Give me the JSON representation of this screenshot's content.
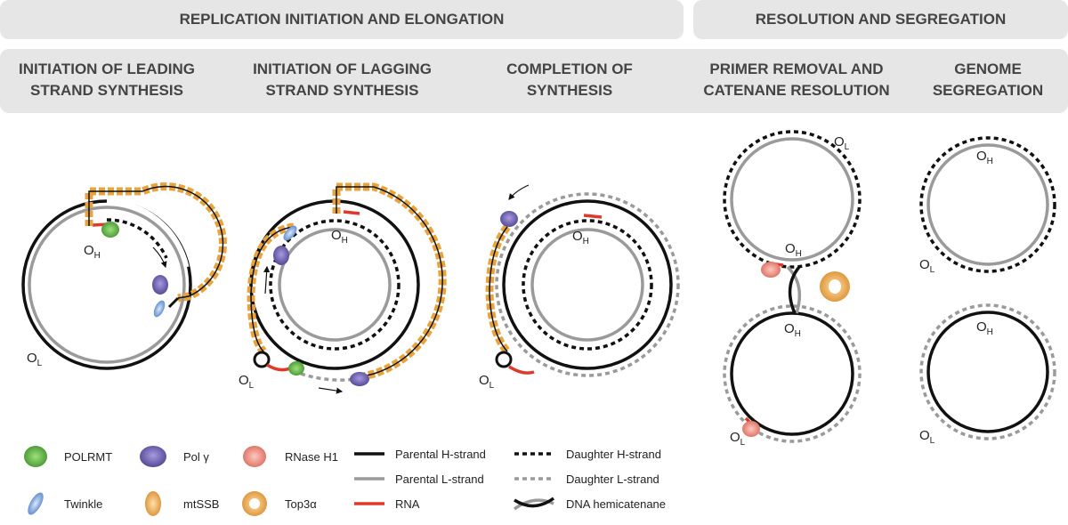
{
  "headers": {
    "phase_left": "REPLICATION INITIATION AND ELONGATION",
    "phase_right": "RESOLUTION AND SEGREGATION",
    "stages": [
      [
        "INITIATION OF LEADING",
        "STRAND SYNTHESIS"
      ],
      [
        "INITIATION OF LAGGING",
        "STRAND SYNTHESIS"
      ],
      [
        "COMPLETION OF",
        "SYNTHESIS"
      ],
      [
        "PRIMER REMOVAL AND",
        "CATENANE RESOLUTION"
      ],
      [
        "GENOME",
        "SEGREGATION"
      ]
    ]
  },
  "origin_labels": {
    "heavy_main": "O",
    "heavy_sub": "H",
    "light_main": "O",
    "light_sub": "L"
  },
  "legend": {
    "proteins": [
      {
        "label": "POLRMT",
        "icon": "polrmt-icon"
      },
      {
        "label": "Pol γ",
        "icon": "pol-gamma-icon"
      },
      {
        "label": "RNase H1",
        "icon": "rnase-h1-icon"
      },
      {
        "label": "Twinkle",
        "icon": "twinkle-icon"
      },
      {
        "label": "mtSSB",
        "icon": "mtssb-icon"
      },
      {
        "label": "Top3α",
        "icon": "top3a-icon"
      }
    ],
    "strands": [
      {
        "label": "Parental H-strand",
        "color": "#111111",
        "style": "solid"
      },
      {
        "label": "Parental L-strand",
        "color": "#9a9a9a",
        "style": "solid"
      },
      {
        "label": "RNA",
        "color": "#e0392b",
        "style": "solid"
      },
      {
        "label": "Daughter H-strand",
        "color": "#111111",
        "style": "dashed"
      },
      {
        "label": "Daughter L-strand",
        "color": "#9a9a9a",
        "style": "dashed"
      },
      {
        "label": "DNA hemicatenane",
        "color": "#111111",
        "style": "crossed"
      }
    ]
  },
  "colors": {
    "parental_h": "#111111",
    "parental_l": "#9a9a9a",
    "rna": "#e0392b",
    "ssb": "#e8a33c",
    "polrmt": "#6ab04c",
    "pol_gamma": "#7b6bb0",
    "twinkle": "#6f9bd6",
    "rnase": "#e8877a",
    "top3a": "#e0a860"
  }
}
